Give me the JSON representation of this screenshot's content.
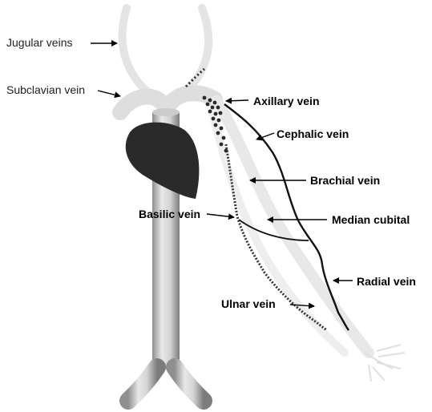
{
  "labels": {
    "jugular": "Jugular veins",
    "subclavian": "Subclavian vein",
    "axillary": "Axillary vein",
    "cephalic": "Cephalic vein",
    "brachial": "Brachial vein",
    "basilic": "Basilic vein",
    "median_cubital": "Median cubital",
    "radial": "Radial vein",
    "ulnar": "Ulnar vein"
  },
  "colors": {
    "vessel_light": "#e6e6e6",
    "vessel_mid": "#cfcfcf",
    "vena_cava_light": "#e2e2e2",
    "vena_cava_dark": "#8e8e8e",
    "heart": "#2a2a2a",
    "cephalic_line": "#111111",
    "basilic_dots": "#333333",
    "arrow": "#000000"
  },
  "icons": {
    "heart": "heart-shape",
    "arrow": "arrow-pointer"
  }
}
